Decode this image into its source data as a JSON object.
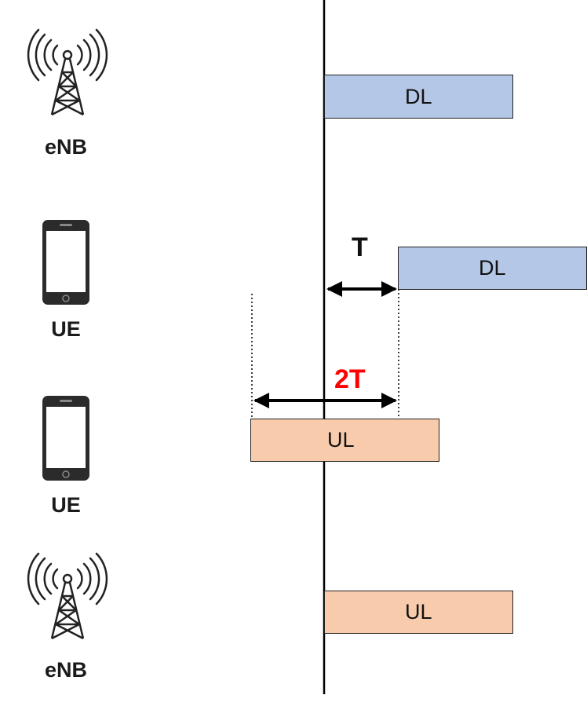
{
  "rows": [
    {
      "node": {
        "type": "tower",
        "label": "eNB"
      },
      "slot": {
        "kind": "dl",
        "label": "DL"
      }
    },
    {
      "node": {
        "type": "phone",
        "label": "UE"
      },
      "slot": {
        "kind": "dl",
        "label": "DL"
      }
    },
    {
      "node": {
        "type": "phone",
        "label": "UE"
      },
      "slot": {
        "kind": "ul",
        "label": "UL"
      }
    },
    {
      "node": {
        "type": "tower",
        "label": "eNB"
      },
      "slot": {
        "kind": "ul",
        "label": "UL"
      }
    }
  ],
  "annotations": {
    "propagation_delay": {
      "label": "T"
    },
    "timing_advance": {
      "label": "2T"
    }
  },
  "colors": {
    "dl_fill": "#b4c7e7",
    "ul_fill": "#f8cbad",
    "advance_label": "#ff0000",
    "line": "#000000"
  }
}
